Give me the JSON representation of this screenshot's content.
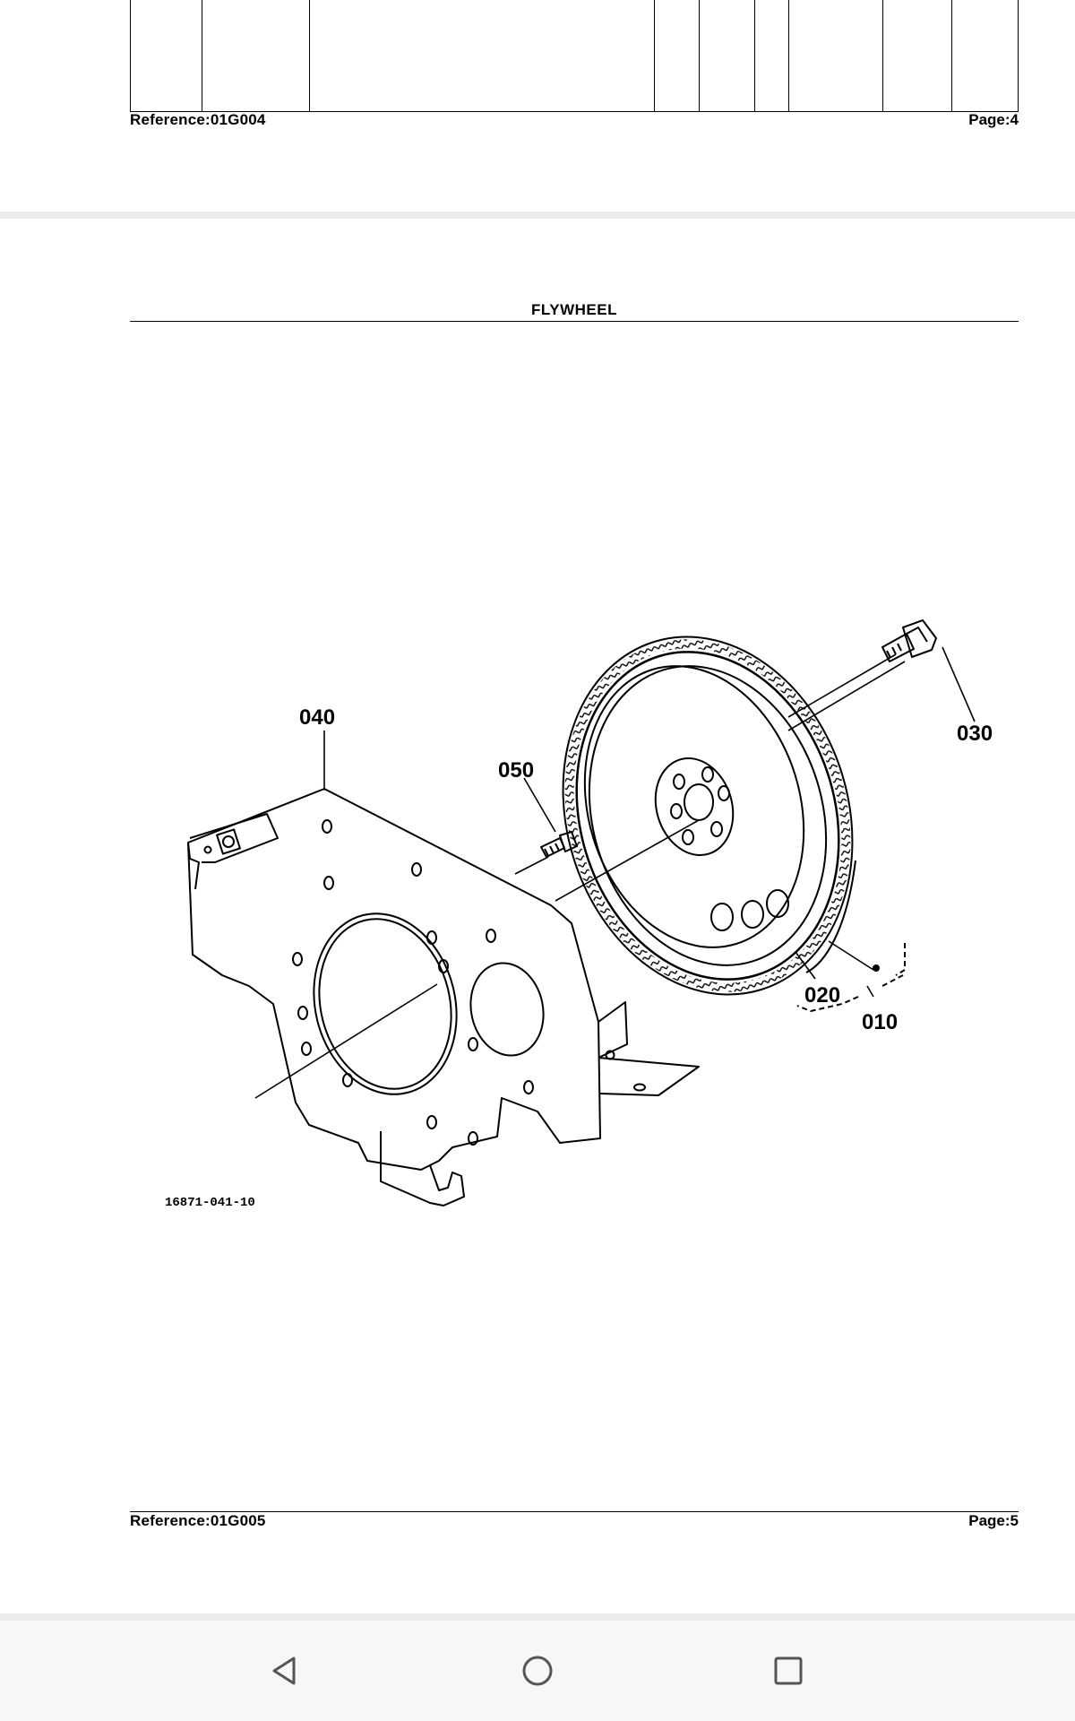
{
  "previous_page": {
    "reference": "Reference:01G004",
    "page": "Page:4"
  },
  "current_page": {
    "section_title": "FLYWHEEL",
    "reference": "Reference:01G005",
    "page": "Page:5",
    "diagram": {
      "drawing_number": "16871-041-10",
      "callouts": [
        "040",
        "050",
        "030",
        "020",
        "010"
      ]
    }
  },
  "nav": {
    "icons": [
      "back-triangle-icon",
      "home-circle-icon",
      "recents-square-icon"
    ]
  }
}
